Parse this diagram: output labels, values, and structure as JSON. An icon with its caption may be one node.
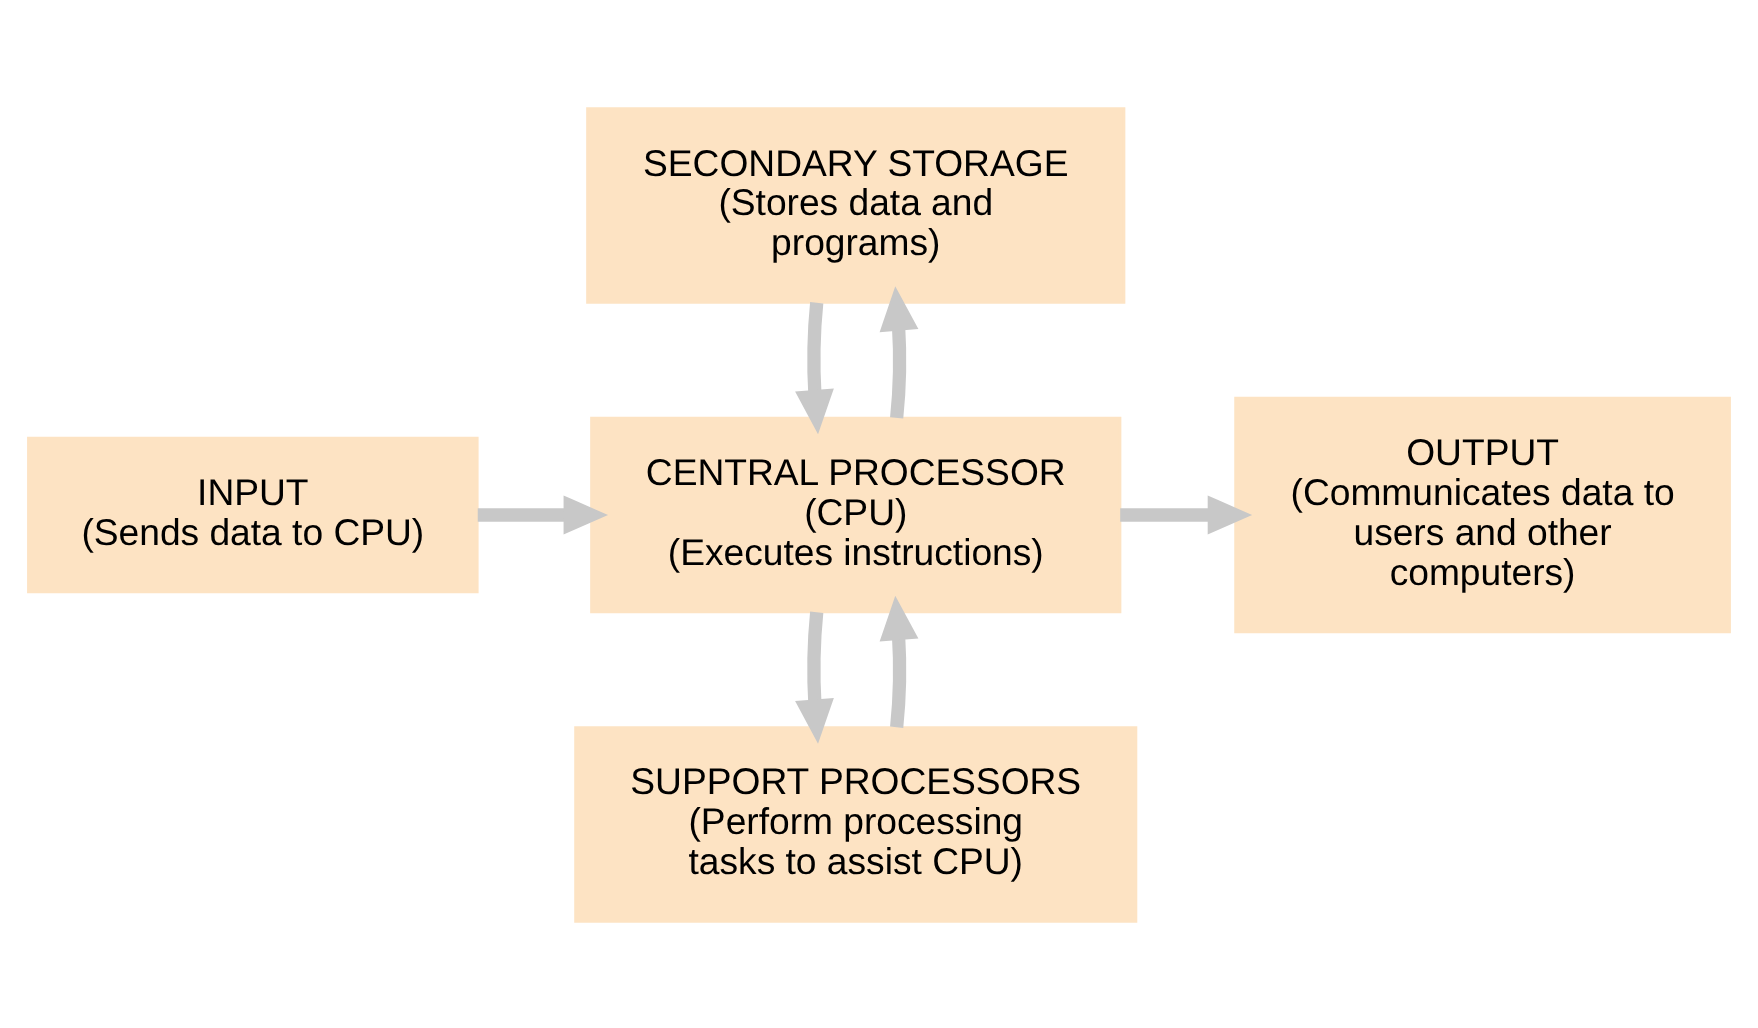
{
  "diagram": {
    "nodes": [
      {
        "text": [
          "SECONDARY STORAGE",
          "(Stores data and programs)"
        ]
      },
      {
        "text": [
          "INPUT",
          "(Sends data to CPU)"
        ]
      },
      {
        "text": [
          "CENTRAL PROCESSOR",
          "(CPU)",
          "(Executes instructions)"
        ]
      },
      {
        "text": [
          "OUTPUT",
          "(Communicates data to users and other computers)"
        ]
      },
      {
        "text": [
          "SUPPORT PROCESSORS",
          "(Perform processing tasks to assist CPU)"
        ]
      }
    ],
    "edges": [
      {
        "from": 1,
        "to": 2,
        "arrow": "to"
      },
      {
        "from": 2,
        "to": 0,
        "arrow": "to"
      },
      {
        "from": 0,
        "to": 2,
        "arrow": "to"
      },
      {
        "from": 2,
        "to": 4,
        "arrow": "to"
      },
      {
        "from": 4,
        "to": 2,
        "arrow": "to"
      },
      {
        "from": 2,
        "to": 3,
        "arrow": "to"
      }
    ]
  }
}
